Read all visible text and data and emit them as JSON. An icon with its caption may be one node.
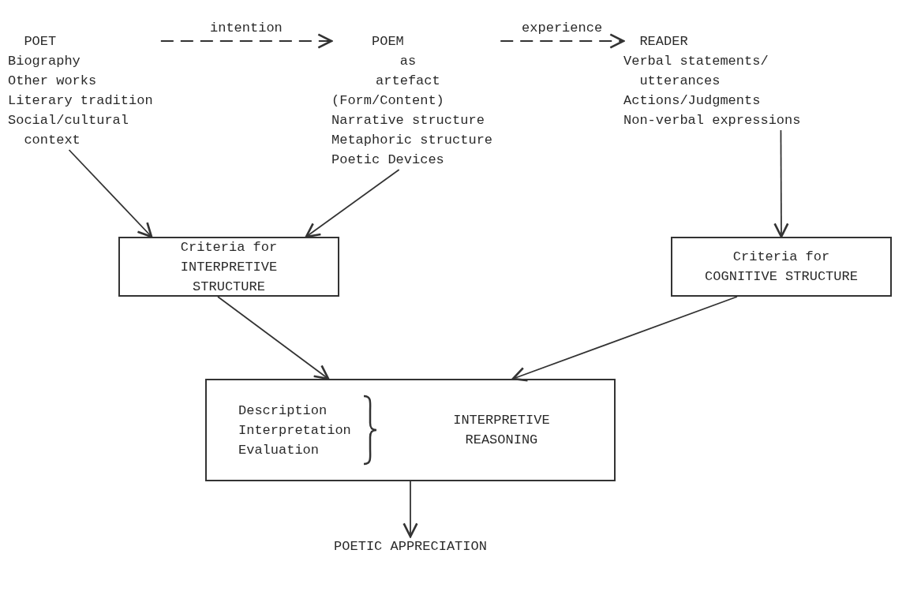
{
  "diagram": {
    "nodes": [
      {
        "text": [
          "POET",
          "Biography",
          "Other works",
          "Literary tradition",
          "Social/cultural context"
        ]
      },
      {
        "text": [
          "POEM",
          "as artefact",
          "(Form/Content)",
          "Narrative structure",
          "Metaphoric structure",
          "Poetic Devices"
        ]
      },
      {
        "text": [
          "READER",
          "Verbal statements/ utterances",
          "Actions/Judgments",
          "Non-verbal expressions"
        ]
      },
      {
        "text": [
          "Criteria for INTERPRETIVE STRUCTURE"
        ]
      },
      {
        "text": [
          "Criteria for COGNITIVE STRUCTURE"
        ]
      },
      {
        "text": [
          "Description",
          "Interpretation",
          "Evaluation",
          "INTERPRETIVE REASONING"
        ]
      },
      {
        "text": [
          "POETIC APPRECIATION"
        ]
      }
    ],
    "edges": [
      {
        "from": 0,
        "to": 1,
        "arrow": "to",
        "label": "intention",
        "style": "dashed"
      },
      {
        "from": 1,
        "to": 2,
        "arrow": "to",
        "label": "experience",
        "style": "dashed"
      },
      {
        "from": 0,
        "to": 3,
        "arrow": "to"
      },
      {
        "from": 1,
        "to": 3,
        "arrow": "to"
      },
      {
        "from": 2,
        "to": 4,
        "arrow": "to"
      },
      {
        "from": 3,
        "to": 5,
        "arrow": "to"
      },
      {
        "from": 4,
        "to": 5,
        "arrow": "to"
      },
      {
        "from": 5,
        "to": 6,
        "arrow": "to"
      }
    ]
  }
}
